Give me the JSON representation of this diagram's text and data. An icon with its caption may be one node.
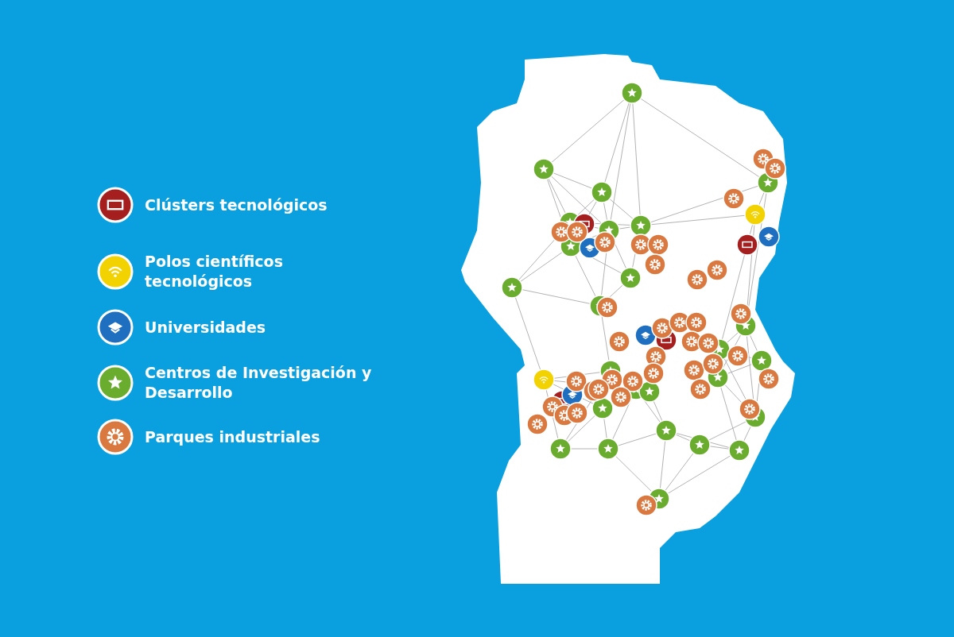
{
  "diagram": {
    "legend": [
      {
        "text": "Clústers tecnológicos",
        "color": "#a51f1f"
      },
      {
        "text": "Polos científicos tecnológicos",
        "color": "#f2d200"
      },
      {
        "text": "Universidades",
        "color": "#1f6fc0"
      },
      {
        "text": "Centros de Investigación y Desarrollo",
        "color": "#6aac2e"
      },
      {
        "text": "Parques industriales",
        "color": "#d9783f"
      }
    ]
  }
}
